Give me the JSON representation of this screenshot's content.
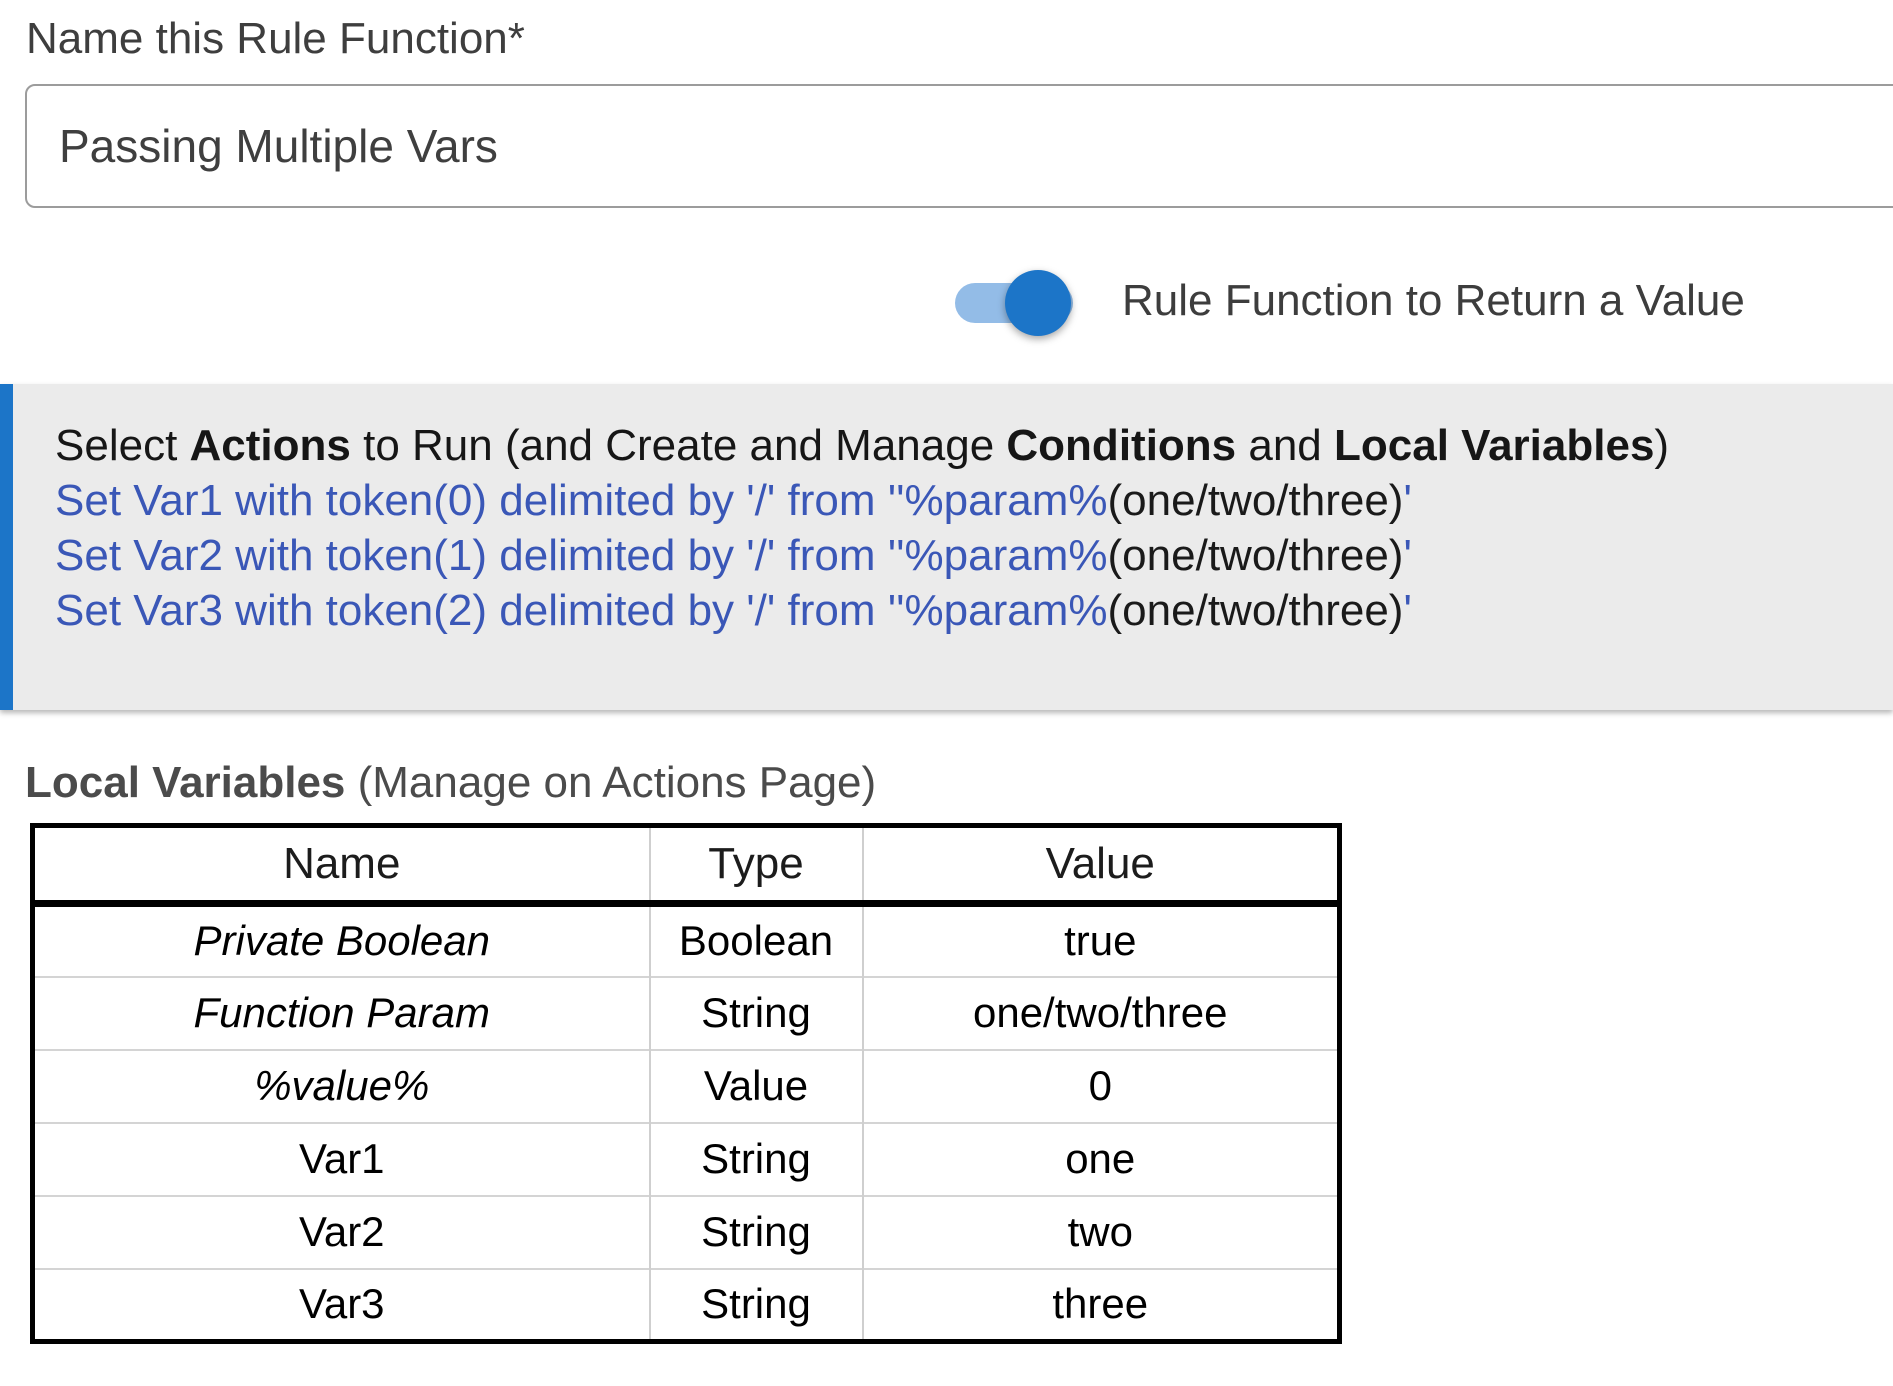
{
  "form": {
    "name_label": "Name this Rule Function*",
    "name_value": "Passing Multiple Vars",
    "toggle_label": "Rule Function to Return a Value",
    "toggle_state": "on"
  },
  "actions_panel": {
    "header": {
      "pre": "Select ",
      "bold1": "Actions",
      "mid1": " to Run (and Create and Manage ",
      "bold2": "Conditions",
      "mid2": " and ",
      "bold3": "Local Variables",
      "post": ")"
    },
    "actions": [
      {
        "link": "Set Var1 with token(0) delimited by '/' from ''%param%",
        "param_value": "(one/two/three)",
        "tail": "'"
      },
      {
        "link": "Set Var2 with token(1) delimited by '/' from ''%param%",
        "param_value": "(one/two/three)",
        "tail": "'"
      },
      {
        "link": "Set Var3 with token(2) delimited by '/' from ''%param%",
        "param_value": "(one/two/three)",
        "tail": "'"
      }
    ]
  },
  "local_variables": {
    "heading_bold": "Local Variables",
    "heading_rest": " (Manage on Actions Page)",
    "columns": [
      "Name",
      "Type",
      "Value"
    ],
    "rows": [
      {
        "name": "Private Boolean",
        "type": "Boolean",
        "value": "true",
        "italic_name": true
      },
      {
        "name": "Function Param",
        "type": "String",
        "value": "one/two/three",
        "italic_name": true
      },
      {
        "name": "%value%",
        "type": "Value",
        "value": "0",
        "italic_name": true
      },
      {
        "name": "Var1",
        "type": "String",
        "value": "one",
        "italic_name": false
      },
      {
        "name": "Var2",
        "type": "String",
        "value": "two",
        "italic_name": false
      },
      {
        "name": "Var3",
        "type": "String",
        "value": "three",
        "italic_name": false
      }
    ]
  },
  "colors": {
    "accent_blue": "#1c75c8",
    "toggle_track": "#93bce7",
    "link_blue": "#3a57b7",
    "panel_bg": "#ebebeb"
  }
}
